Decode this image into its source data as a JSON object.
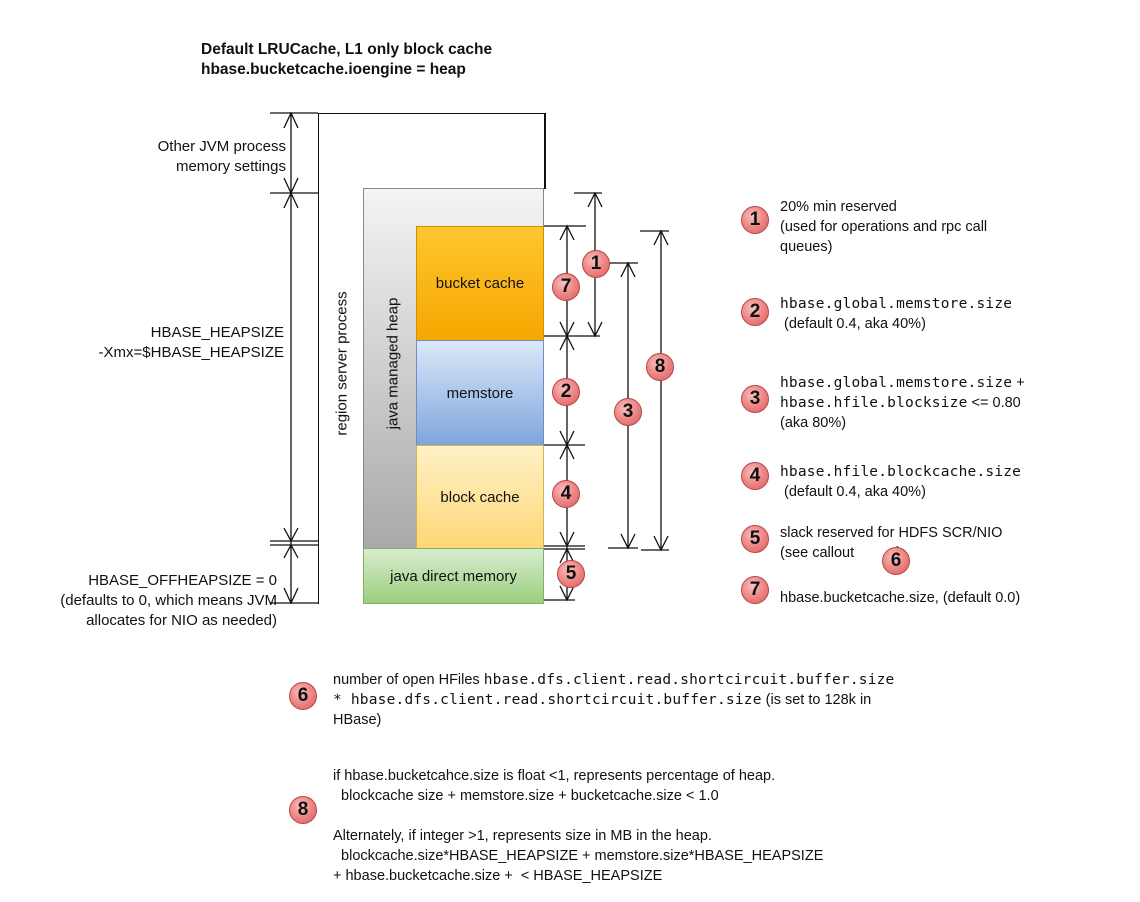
{
  "title": {
    "line1": "Default LRUCache, L1 only block cache",
    "line2": "hbase.bucketcache.ioengine = heap"
  },
  "left_labels": {
    "other_jvm_1": "Other JVM process",
    "other_jvm_2": "memory settings",
    "heapsize_1": "HBASE_HEAPSIZE",
    "heapsize_2": "-Xmx=$HBASE_HEAPSIZE",
    "offheap_1": "HBASE_OFFHEAPSIZE = 0",
    "offheap_2": "(defaults to 0, which means  JVM",
    "offheap_3": "allocates for NIO as needed)"
  },
  "blocks": {
    "region_server": "region server process",
    "java_heap": "java managed heap",
    "bucket_cache": "bucket cache",
    "memstore": "memstore",
    "block_cache": "block cache",
    "direct_memory": "java direct memory"
  },
  "colors": {
    "bucket_cache_top": "#fdc72e",
    "bucket_cache_bottom": "#f7a600",
    "memstore_top": "#dbe8f8",
    "memstore_bottom": "#7ea6dc",
    "block_cache_top": "#fff2c6",
    "block_cache_bottom": "#fdd677",
    "direct_top": "#d8ecd0",
    "direct_bottom": "#9bcf7e",
    "heap_top": "#f4f4f4",
    "heap_bottom": "#a9a9a9",
    "badge": "#ef8a8a"
  },
  "badges": {
    "b1": "1",
    "b2": "2",
    "b3": "3",
    "b4": "4",
    "b5": "5",
    "b6": "6",
    "b7": "7",
    "b8": "8"
  },
  "legend": {
    "n1": {
      "badge": "1",
      "line1": "20% min reserved",
      "line2": "(used for operations and rpc call",
      "line3": "queues)"
    },
    "n2": {
      "badge": "2",
      "code": "hbase.global.memstore.size",
      "line2": " (default 0.4, aka 40%)"
    },
    "n3": {
      "badge": "3",
      "code1": "hbase.global.memstore.size",
      "plus": " +",
      "code2": "hbase.hfile.blocksize",
      "cmp": " <= 0.80",
      "line3": "(aka 80%)"
    },
    "n4": {
      "badge": "4",
      "code": "hbase.hfile.blockcache.size",
      "line2": " (default 0.4, aka 40%)"
    },
    "n5": {
      "badge": "5",
      "line1": "slack reserved for HDFS SCR/NIO",
      "line2a": "(see callout ",
      "line2b": " )",
      "inline_badge": "6"
    },
    "n7": {
      "badge": "7",
      "line1": "hbase.bucketcache.size, (default 0.0)"
    }
  },
  "callout6": {
    "badge": "6",
    "line1a": "number of open HFiles ",
    "line1b": "hbase.dfs.client.read.shortcircuit.buffer.size",
    "line2a": "* hbase.dfs.client.read.shortcircuit.buffer.size",
    "line2b": " (is set to 128k in",
    "line3": "HBase)"
  },
  "callout8": {
    "badge": "8",
    "line1": "if hbase.bucketcahce.size is float <1, represents percentage of heap.",
    "line2": "  blockcache size + memstore.size + bucketcache.size < 1.0",
    "line3": "Alternately, if integer >1, represents size in MB in the heap.",
    "line4": "  blockcache.size*HBASE_HEAPSIZE + memstore.size*HBASE_HEAPSIZE",
    "line5": "+ hbase.bucketcache.size +  < HBASE_HEAPSIZE"
  }
}
